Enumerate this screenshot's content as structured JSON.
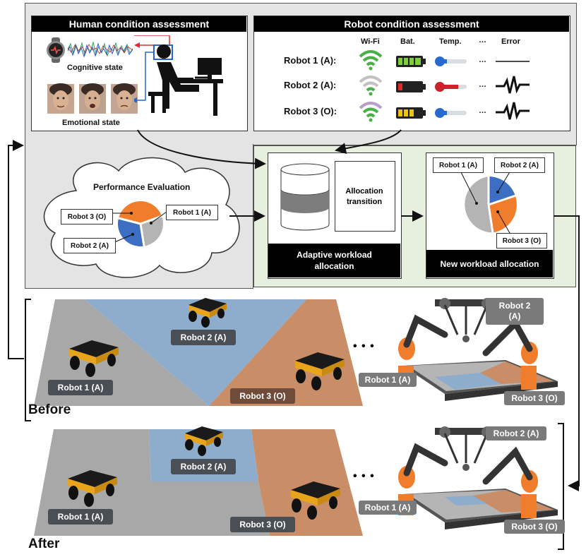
{
  "human_panel": {
    "title": "Human condition assessment",
    "cognitive_label": "Cognitive state",
    "emotional_label": "Emotional state"
  },
  "robot_panel": {
    "title": "Robot condition assessment",
    "columns": [
      "Wi-Fi",
      "Bat.",
      "Temp.",
      "…",
      "Error"
    ],
    "rows": [
      {
        "label": "Robot 1 (A):",
        "ellipsis": "…"
      },
      {
        "label": "Robot 2 (A):",
        "ellipsis": "…"
      },
      {
        "label": "Robot 3 (O):",
        "ellipsis": "…"
      }
    ]
  },
  "performance": {
    "title": "Performance Evaluation",
    "labels": {
      "r1": "Robot 1 (A)",
      "r2": "Robot 2 (A)",
      "r3": "Robot 3 (O)"
    }
  },
  "adaptive": {
    "transition_label": "Allocation transition",
    "caption": "Adaptive workload allocation"
  },
  "new_allocation": {
    "caption": "New workload allocation",
    "labels": {
      "r1": "Robot 1 (A)",
      "r2": "Robot 2 (A)",
      "r3": "Robot 3 (O)"
    }
  },
  "before": {
    "title": "Before",
    "robot1": "Robot 1 (A)",
    "robot2": "Robot 2 (A)",
    "robot3": "Robot 3 (O)",
    "ellipsis": "• • •",
    "arm_robot1": "Robot 1 (A)",
    "arm_robot2": "Robot 2 (A)",
    "arm_robot3": "Robot 3 (O)"
  },
  "after": {
    "title": "After",
    "robot1": "Robot 1 (A)",
    "robot2": "Robot 2 (A)",
    "robot3": "Robot 3 (O)",
    "ellipsis": "• • •",
    "arm_robot1": "Robot 1 (A)",
    "arm_robot2": "Robot 2 (A)",
    "arm_robot3": "Robot 3 (O)"
  },
  "colors": {
    "zone_grey": "#a8a8a8",
    "zone_blue": "#8eaccb",
    "zone_orange": "#c98e67",
    "pie_blue": "#3c6fc3",
    "pie_orange": "#ef7d2c",
    "pie_grey": "#b4b4b4",
    "panel_grey": "#e4e4e4",
    "panel_green": "#e7f0de"
  },
  "icons": [
    "smartwatch-icon",
    "person-at-computer-icon",
    "wifi-icon",
    "battery-icon",
    "thermometer-icon",
    "error-signal-icon",
    "database-icon",
    "cloud-icon",
    "mobile-robot-icon",
    "delta-robot-icon",
    "robot-arm-icon"
  ]
}
